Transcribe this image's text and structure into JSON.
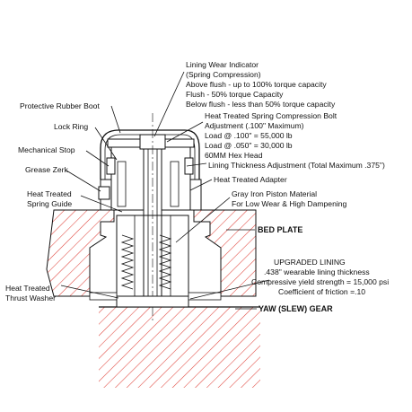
{
  "labels": {
    "lining_wear_indicator": "Lining Wear Indicator",
    "spring_compression": "(Spring Compression)",
    "above_flush": "Above flush - up to 100% torque capacity",
    "flush": "Flush - 50% torque Capacity",
    "below_flush": "Below flush - less than 50% torque capacity",
    "protective_rubber_boot": "Protective Rubber Boot",
    "lock_ring": "Lock Ring",
    "mechanical_stop": "Mechanical Stop",
    "grease_zerk": "Grease Zerk",
    "spring_guide_1": "Heat Treated",
    "spring_guide_2": "Spring Guide",
    "bolt_1": "Heat Treated Spring Compression Bolt",
    "bolt_2": "Adjustment (.100\" Maximum)",
    "bolt_3": "Load @ .100\" = 55,000 lb",
    "bolt_4": "Load @ .050\" = 30,000 lb",
    "bolt_5": "60MM Hex Head",
    "lining_thickness": "Lining Thickness Adjustment (Total Maximum .375\")",
    "adapter": "Heat Treated Adapter",
    "piston_1": "Gray Iron Piston Material",
    "piston_2": "For Low Wear & High Dampening",
    "bed_plate": "BED PLATE",
    "upgraded_lining": "UPGRADED LINING",
    "lining_1": ".438\" wearable lining thickness",
    "lining_2": "Compressive yield strength = 15,000 psi",
    "lining_3": "Coefficient of friction =.10",
    "thrust_washer_1": "Heat Treated",
    "thrust_washer_2": "Thrust Washer",
    "yaw_gear": "YAW (SLEW) GEAR"
  },
  "colors": {
    "hatch": "#e0443c",
    "line": "#111111"
  }
}
